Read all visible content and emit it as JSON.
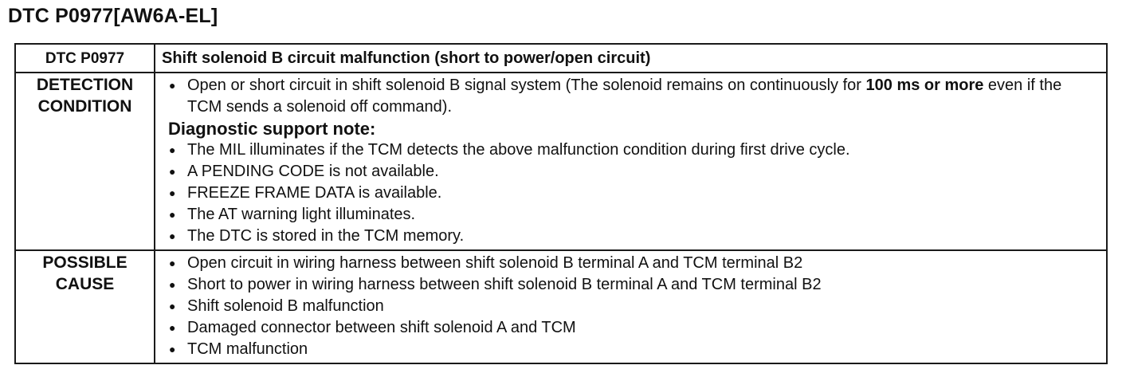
{
  "document": {
    "title": "DTC P0977[AW6A-EL]"
  },
  "table": {
    "header": {
      "code": "DTC P0977",
      "description": "Shift solenoid B circuit malfunction (short to power/open circuit)"
    },
    "detection": {
      "label_line1": "DETECTION",
      "label_line2": "CONDITION",
      "first_item_part1": "Open or short circuit in shift solenoid B signal system (The solenoid remains on continuously for ",
      "first_item_bold": "100 ms or more",
      "first_item_part2": " even if the TCM sends a solenoid off command).",
      "note_heading": "Diagnostic support note:",
      "notes": [
        "The MIL illuminates if the TCM detects the above malfunction condition during first drive cycle.",
        "A PENDING CODE is not available.",
        "FREEZE FRAME DATA is available.",
        "The AT warning light illuminates.",
        "The DTC is stored in the TCM memory."
      ]
    },
    "cause": {
      "label_line1": "POSSIBLE",
      "label_line2": "CAUSE",
      "items": [
        "Open circuit in wiring harness between shift solenoid B terminal A and TCM terminal B2",
        "Short to power in wiring harness between shift solenoid B terminal A and TCM terminal B2",
        "Shift solenoid B malfunction",
        "Damaged connector between shift solenoid A and TCM",
        "TCM malfunction"
      ]
    }
  }
}
